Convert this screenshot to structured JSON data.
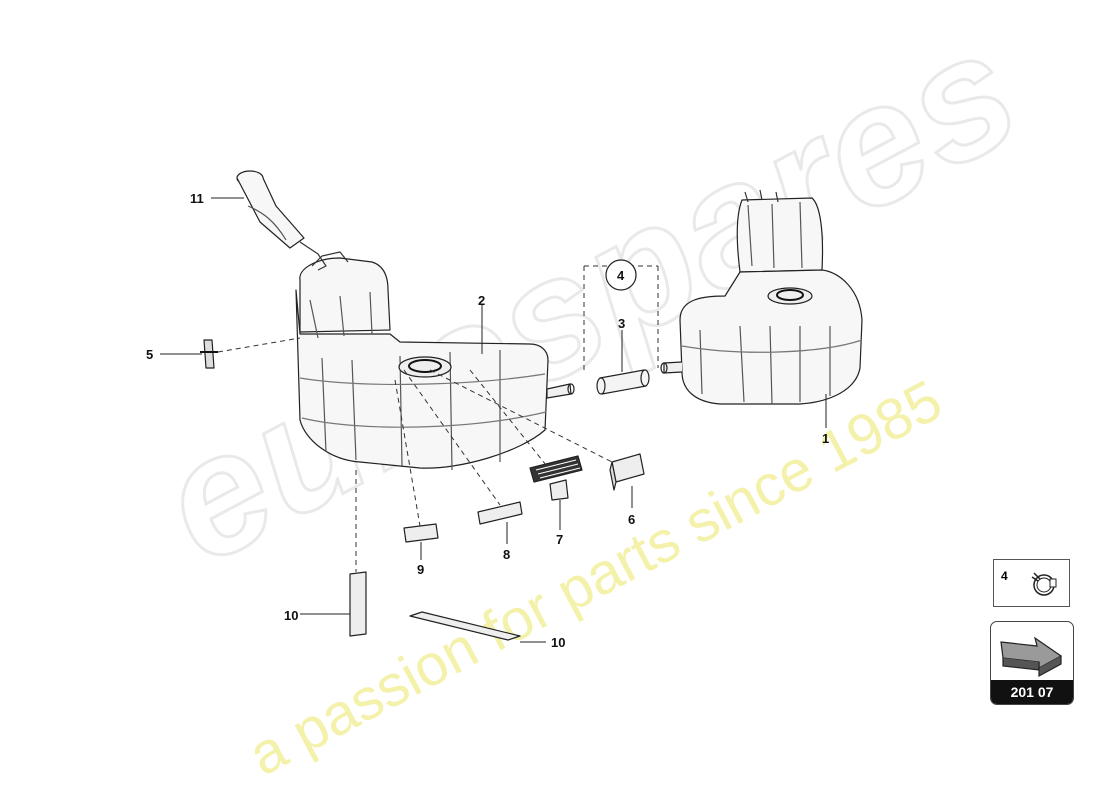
{
  "watermark": {
    "brand": "eurospares",
    "tagline": "a passion for parts since 1985"
  },
  "callouts": {
    "p1": "1",
    "p2": "2",
    "p3": "3",
    "p4": "4",
    "p5": "5",
    "p6": "6",
    "p7": "7",
    "p8": "8",
    "p9": "9",
    "p10a": "10",
    "p10b": "10",
    "p11": "11"
  },
  "legend": {
    "part_number": "4",
    "icon": "hose-clamp-icon"
  },
  "navigation": {
    "page_code": "201 07",
    "icon": "arrow-forward-icon"
  }
}
